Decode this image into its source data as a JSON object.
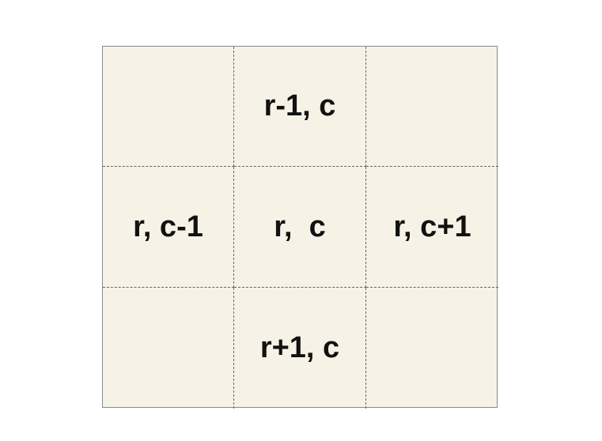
{
  "grid": {
    "cells": [
      "",
      "r-1, c",
      "",
      "r, c-1",
      "r,  c",
      "r, c+1",
      "",
      "r+1, c",
      ""
    ]
  }
}
